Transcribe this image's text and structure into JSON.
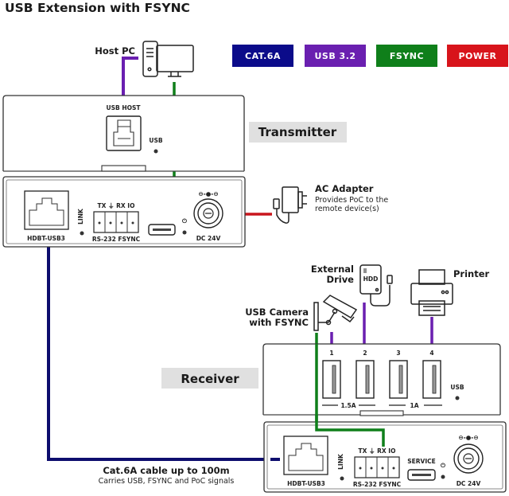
{
  "title": "USB Extension with FSYNC",
  "legend": [
    {
      "label": "CAT.6A",
      "color": "#0b0b8a"
    },
    {
      "label": "USB 3.2",
      "color": "#6a1fb0"
    },
    {
      "label": "FSYNC",
      "color": "#0f7f1a"
    },
    {
      "label": "POWER",
      "color": "#d8141b"
    }
  ],
  "wire_colors": {
    "cat6a": "#0d0d6e",
    "usb": "#6a1fb0",
    "fsync": "#0f7f1a",
    "power": "#c9161d"
  },
  "host_pc": {
    "label": "Host PC"
  },
  "transmitter": {
    "label": "Transmitter",
    "top_panel": {
      "usb_host_label": "USB HOST",
      "usb_led_label": "USB"
    },
    "front_panel": {
      "hdbt_label": "HDBT-USB3",
      "link_label": "LINK",
      "terminal_top_label": "TX ⏚ RX IO",
      "terminal_bottom_label": "RS-232  FSYNC",
      "power_symbol": "⏻",
      "dc_label": "DC 24V",
      "polarity": "⊖-●-⊖"
    }
  },
  "ac_adapter": {
    "title": "AC Adapter",
    "desc_line1": "Provides PoC to the",
    "desc_line2": "remote device(s)"
  },
  "external_drive": {
    "line1": "External",
    "line2": "Drive",
    "badge": "HDD"
  },
  "printer": {
    "label": "Printer"
  },
  "usb_camera": {
    "line1": "USB Camera",
    "line2": "with FSYNC"
  },
  "receiver": {
    "label": "Receiver",
    "top_panel": {
      "port_numbers": [
        "1",
        "2",
        "3",
        "4"
      ],
      "group_1_label": "1.5A",
      "group_2_label": "1A",
      "usb_led_label": "USB"
    },
    "front_panel": {
      "hdbt_label": "HDBT-USB3",
      "link_label": "LINK",
      "terminal_top_label": "TX ⏚ RX IO",
      "terminal_bottom_label": "RS-232  FSYNC",
      "service_label": "SERVICE",
      "power_symbol": "⏻",
      "dc_label": "DC 24V",
      "polarity": "⊖-●-⊖"
    }
  },
  "cable_note": {
    "title": "Cat.6A cable up to 100m",
    "subtitle": "Carries USB, FSYNC and PoC signals"
  }
}
